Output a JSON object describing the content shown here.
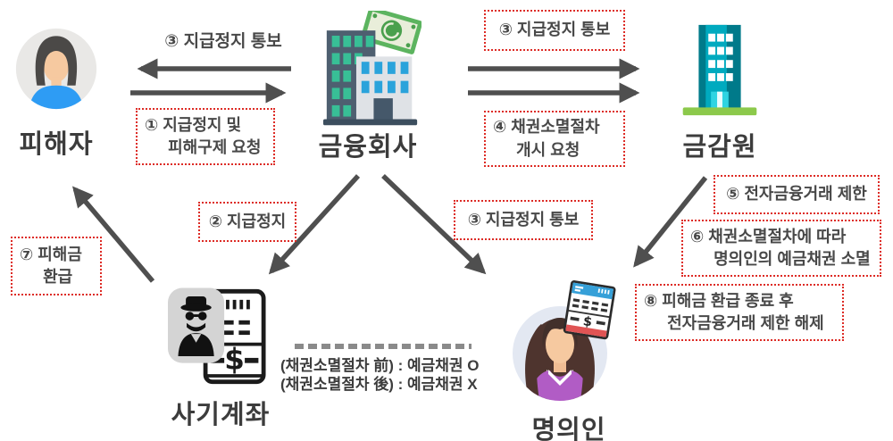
{
  "entities": {
    "victim": "피해자",
    "financial_company": "금융회사",
    "fss": "금감원",
    "fraud_account": "사기계좌",
    "account_holder": "명의인"
  },
  "steps": {
    "s3_to_victim": "③ 지급정지 통보",
    "s1_request": "① 지급정지 및\n피해구제 요청",
    "s3_to_fss": "③ 지급정지 통보",
    "s4_request": "④ 채권소멸절차\n개시 요청",
    "s2_suspend": "② 지급정지",
    "s3_to_holder": "③ 지급정지 통보",
    "s5_restrict": "⑤ 전자금융거래 제한",
    "s6_extinguish": "⑥ 채권소멸절차에 따라\n명의인의 예금채권 소멸",
    "s7_refund": "⑦ 피해금\n환급",
    "s8_release": "⑧ 피해금 환급 종료 후\n전자금융거래 제한 해제"
  },
  "note": {
    "before": "(채권소멸절차 前) : 예금채권 O",
    "after": "(채권소멸절차 後) : 예금채권 X"
  },
  "colors": {
    "arrow": "#4f4f4f",
    "step_text": "#484848",
    "step_box_border": "#dd2b25",
    "victim_shirt": "#2e9cf4",
    "holder_top": "#b15cc5",
    "fss_teal": "#007a8a",
    "grass_green": "#8cc94b",
    "money_green": "#5cb45f",
    "ledger_red": "#e05454",
    "ledger_blue": "#36a0d8"
  },
  "icons": {
    "victim": "man-avatar-icon",
    "financial_company": "bank-buildings-with-money-icon",
    "fss": "office-tower-icon",
    "fraud_account": "spy-ledger-icon",
    "account_holder": "woman-avatar-with-ledger-icon"
  }
}
